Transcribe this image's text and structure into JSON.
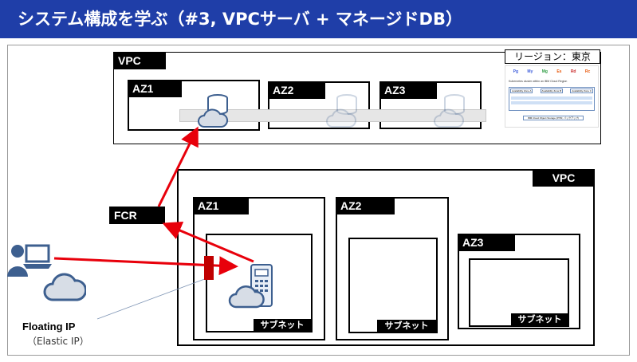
{
  "title": "システム構成を学ぶ（#3, VPCサーバ + マネージドDB）",
  "top_vpc": {
    "label": "VPC",
    "region": "リージョン：東京",
    "zones": [
      "AZ1",
      "AZ2",
      "AZ3"
    ]
  },
  "bottom_vpc": {
    "label": "VPC",
    "zones": [
      "AZ1",
      "AZ2",
      "AZ3"
    ],
    "subnet_label": "サブネット"
  },
  "fcr_label": "FCR",
  "floating_ip": {
    "label": "Floating IP",
    "sub": "（Elastic IP）"
  },
  "thumbnail": {
    "db_codes": [
      "Pg",
      "My",
      "Mg",
      "Es",
      "Rd",
      "Rc"
    ],
    "db_colors": [
      "#3b5bdb",
      "#3b5bdb",
      "#2f9e44",
      "#e8590c",
      "#c92a2a",
      "#e8590c"
    ],
    "heading": "Kubernetes cluster within an IBM Cloud Region",
    "zones": [
      "Availability Zone A",
      "Availability Zone B",
      "Availability Zone C"
    ],
    "footer": "IBM Cloud Object Storage (PITR, バックアップ)"
  },
  "colors": {
    "title_bg": "#1f3ea8",
    "arrow": "#e8000b",
    "fip_marker": "#c00000",
    "icon_blue": "#3d5f8f",
    "cloud_fill": "#d7dde6"
  },
  "icons": {
    "database": "database-icon",
    "cloud": "cloud-icon",
    "user": "user-at-computer-icon",
    "server": "server-phone-icon"
  }
}
